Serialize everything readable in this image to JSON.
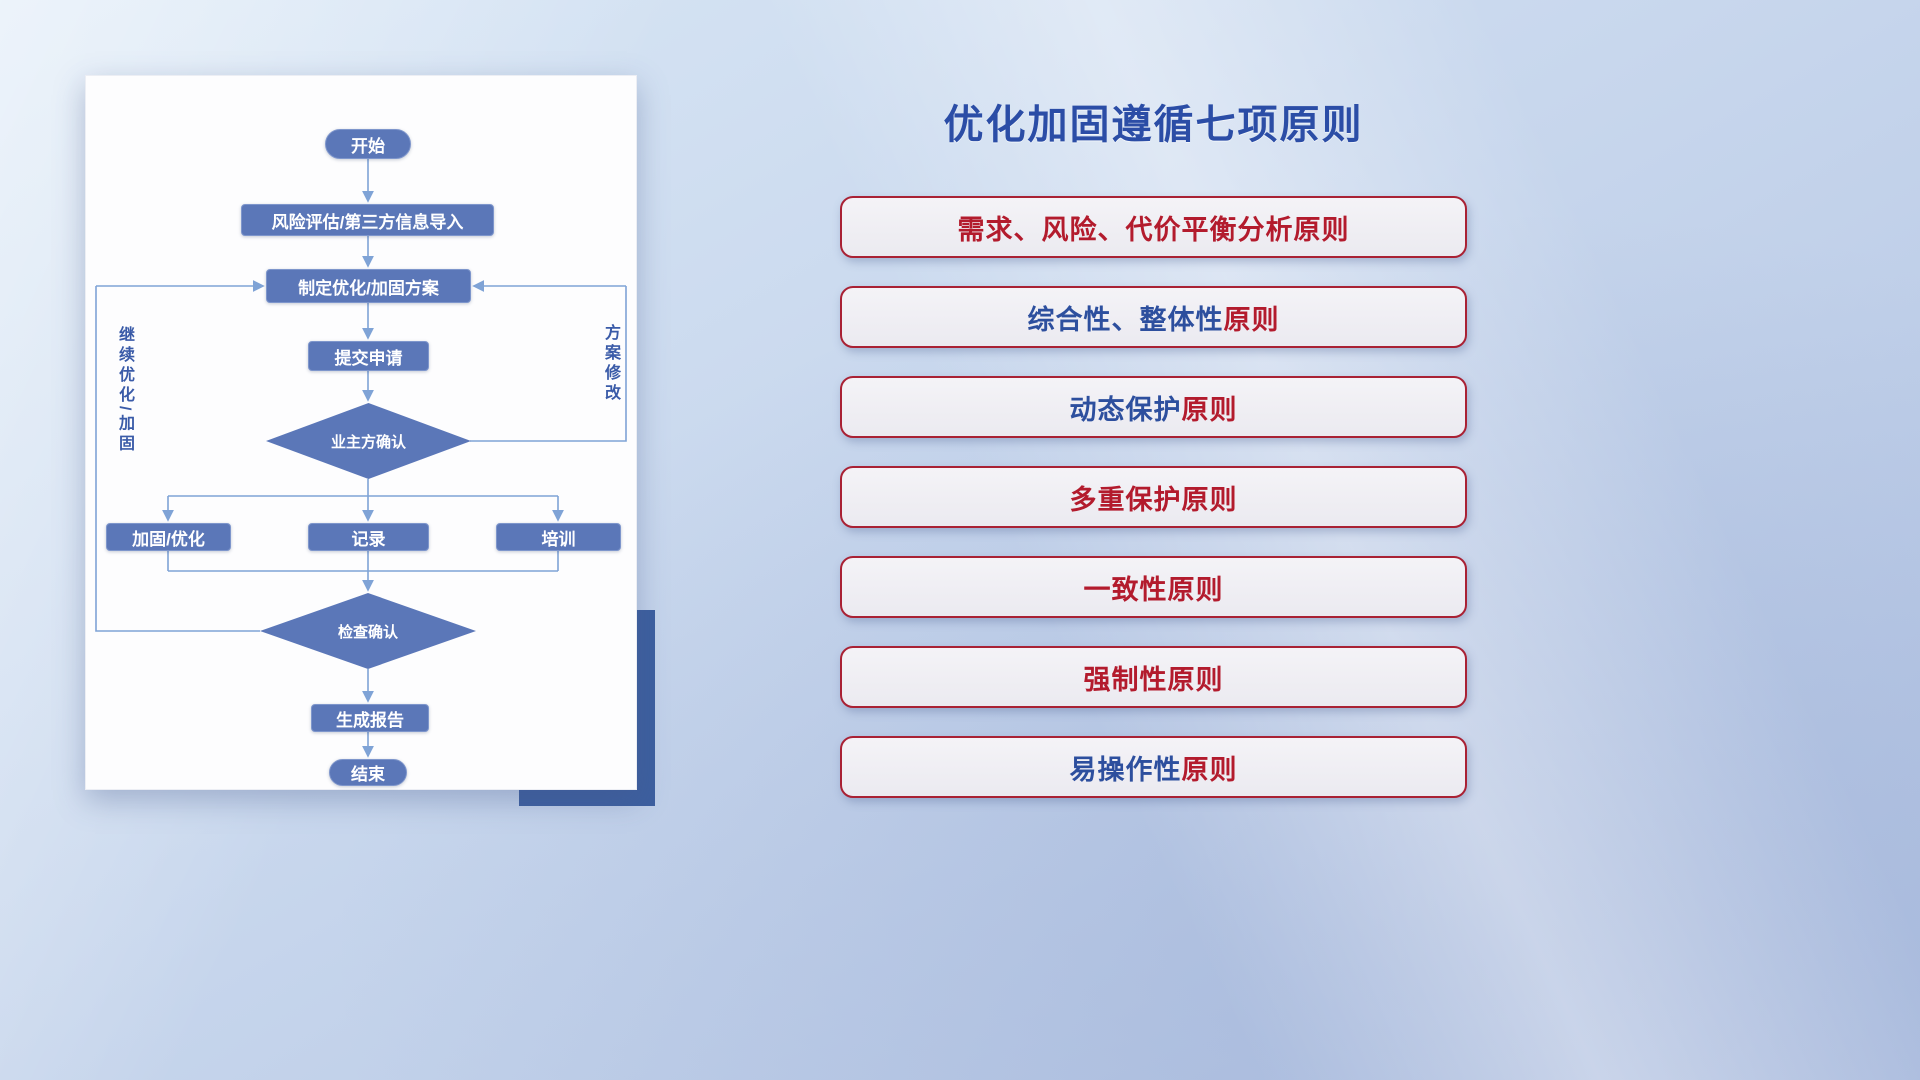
{
  "colors": {
    "title_blue": "#2b4da6",
    "principle_red": "#b31b2d",
    "principle_blue": "#2d4f9e",
    "border_red": "#a92134",
    "flow_node_blue": "#5b77b8",
    "connector_blue": "#7fa3d6",
    "flow_label_blue": "#3a5ba8",
    "card_shadow_navy": "#3d5f9f"
  },
  "title": "优化加固遵循七项原则",
  "flowchart": {
    "nodes": {
      "start": "开始",
      "risk_import": "风险评估/第三方信息导入",
      "make_plan": "制定优化/加固方案",
      "submit": "提交申请",
      "owner_confirm": "业主方确认",
      "harden": "加固/优化",
      "record": "记录",
      "training": "培训",
      "check_confirm": "检查确认",
      "report": "生成报告",
      "end": "结束"
    },
    "labels": {
      "left_loop": "继续优化/加固",
      "right_loop": "方案修改"
    }
  },
  "principles": [
    {
      "blue_text": "",
      "red_text": "需求、风险、代价平衡分析原则"
    },
    {
      "blue_text": "综合性、整体性",
      "red_text": "原则"
    },
    {
      "blue_text": "动态保护",
      "red_text": "原则"
    },
    {
      "blue_text": "",
      "red_text": "多重保护原则"
    },
    {
      "blue_text": "",
      "red_text": "一致性原则"
    },
    {
      "blue_text": "",
      "red_text": "强制性原则"
    },
    {
      "blue_text": "易操作性",
      "red_text": "原则"
    }
  ]
}
